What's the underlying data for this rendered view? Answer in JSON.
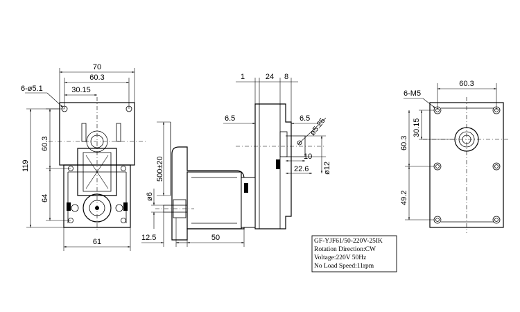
{
  "front_view": {
    "dims": {
      "width_total": "70",
      "width_holes": "60.3",
      "width_shaft": "30.15",
      "holes": "6-ø5.1",
      "height_total": "119",
      "height_upper": "60.3",
      "height_lower": "64",
      "base_width": "61"
    }
  },
  "side_view": {
    "dims": {
      "d1": "1",
      "d24": "24",
      "d8": "8",
      "d65_left": "6.5",
      "d65_right": "6.5",
      "d525": "ø5.25",
      "d10": "10",
      "d226": "22.6",
      "d12": "ø12",
      "lead": "500±20",
      "shaft_d": "ø6",
      "d125": "12.5",
      "d50": "50"
    }
  },
  "rear_view": {
    "dims": {
      "holes": "6-M5",
      "width": "60.3",
      "d3015": "30.15",
      "d603": "60.3",
      "d492": "49.2"
    }
  },
  "spec_box": {
    "model": "GF-YJF61/50-220V-25IK",
    "rotation": "Rotation Direction:CW",
    "voltage": "Voltage:220V 50Hz",
    "speed": "No Load Speed:11rpm"
  }
}
